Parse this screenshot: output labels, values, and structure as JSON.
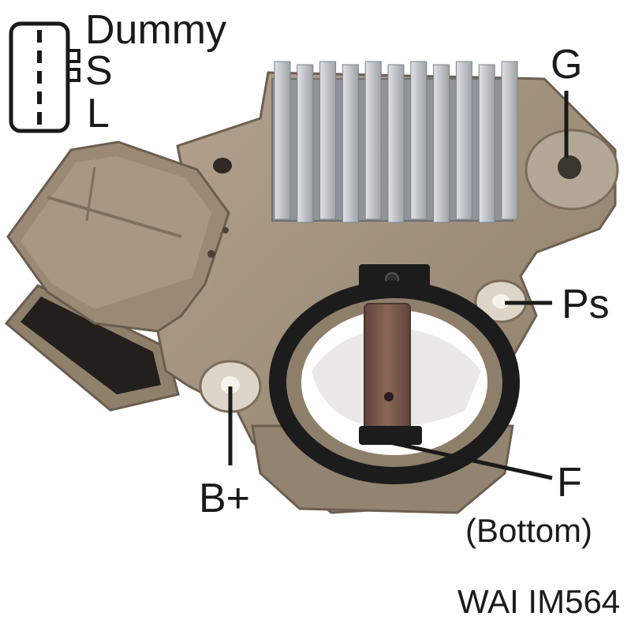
{
  "connector_pins": {
    "dummy": "Dummy",
    "s": "S",
    "l": "L"
  },
  "terminals": {
    "g": "G",
    "ps": "Ps",
    "b_plus": "B+",
    "f": "F",
    "f_note": "(Bottom)"
  },
  "part_label": "WAI IM564",
  "colors": {
    "housing": "#a0907b",
    "housing_dark": "#7d6e5c",
    "heatsink": "#b8bcc0",
    "seal": "#1c1c1c",
    "brush": "#7a5a4c",
    "text": "#1a1a1a"
  }
}
